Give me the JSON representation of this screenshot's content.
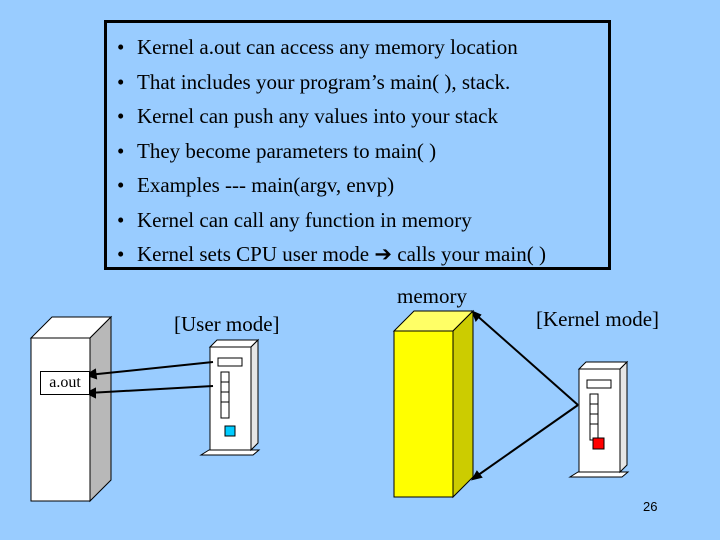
{
  "slide": {
    "bullets": [
      "Kernel a.out can access any memory location",
      "That includes your program’s  main( ), stack.",
      "Kernel can push any values into your  stack",
      "They become parameters to main( )",
      "Examples  ---  main(argv, envp)",
      "Kernel can  call any function in memory",
      "Kernel sets CPU user mode",
      "calls your main( )"
    ],
    "bullet_arrow_icon": "right-arrow-icon",
    "labels": {
      "memory": "memory",
      "user_mode": "[User  mode]",
      "kernel_mode": "[Kernel mode]",
      "aout": "a.out"
    },
    "page_number": "26"
  },
  "colors": {
    "background": "#99ccff",
    "memory_block": "#ffff00",
    "user_mode_indicator": "#00ccff",
    "kernel_mode_indicator": "#ff0000",
    "aout_block": "#ffffff"
  }
}
